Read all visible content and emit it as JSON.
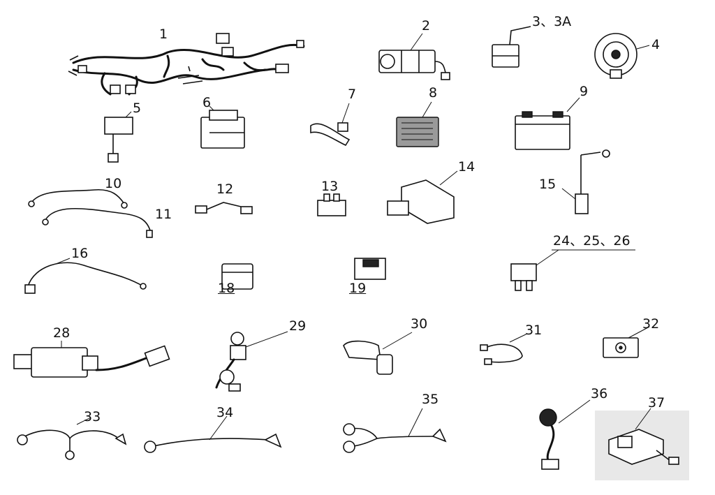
{
  "diagram": {
    "callouts": {
      "c1": "1",
      "c2": "2",
      "c3": "3、3A",
      "c4": "4",
      "c5": "5",
      "c6": "6",
      "c7": "7",
      "c8": "8",
      "c9": "9",
      "c10": "10",
      "c11": "11",
      "c12": "12",
      "c13": "13",
      "c14": "14",
      "c15": "15",
      "c16": "16",
      "c18": "18",
      "c19": "19",
      "c24": "24、25、26",
      "c28": "28",
      "c29": "29",
      "c30": "30",
      "c31": "31",
      "c32": "32",
      "c33": "33",
      "c34": "34",
      "c35": "35",
      "c36": "36",
      "c37": "37"
    }
  }
}
